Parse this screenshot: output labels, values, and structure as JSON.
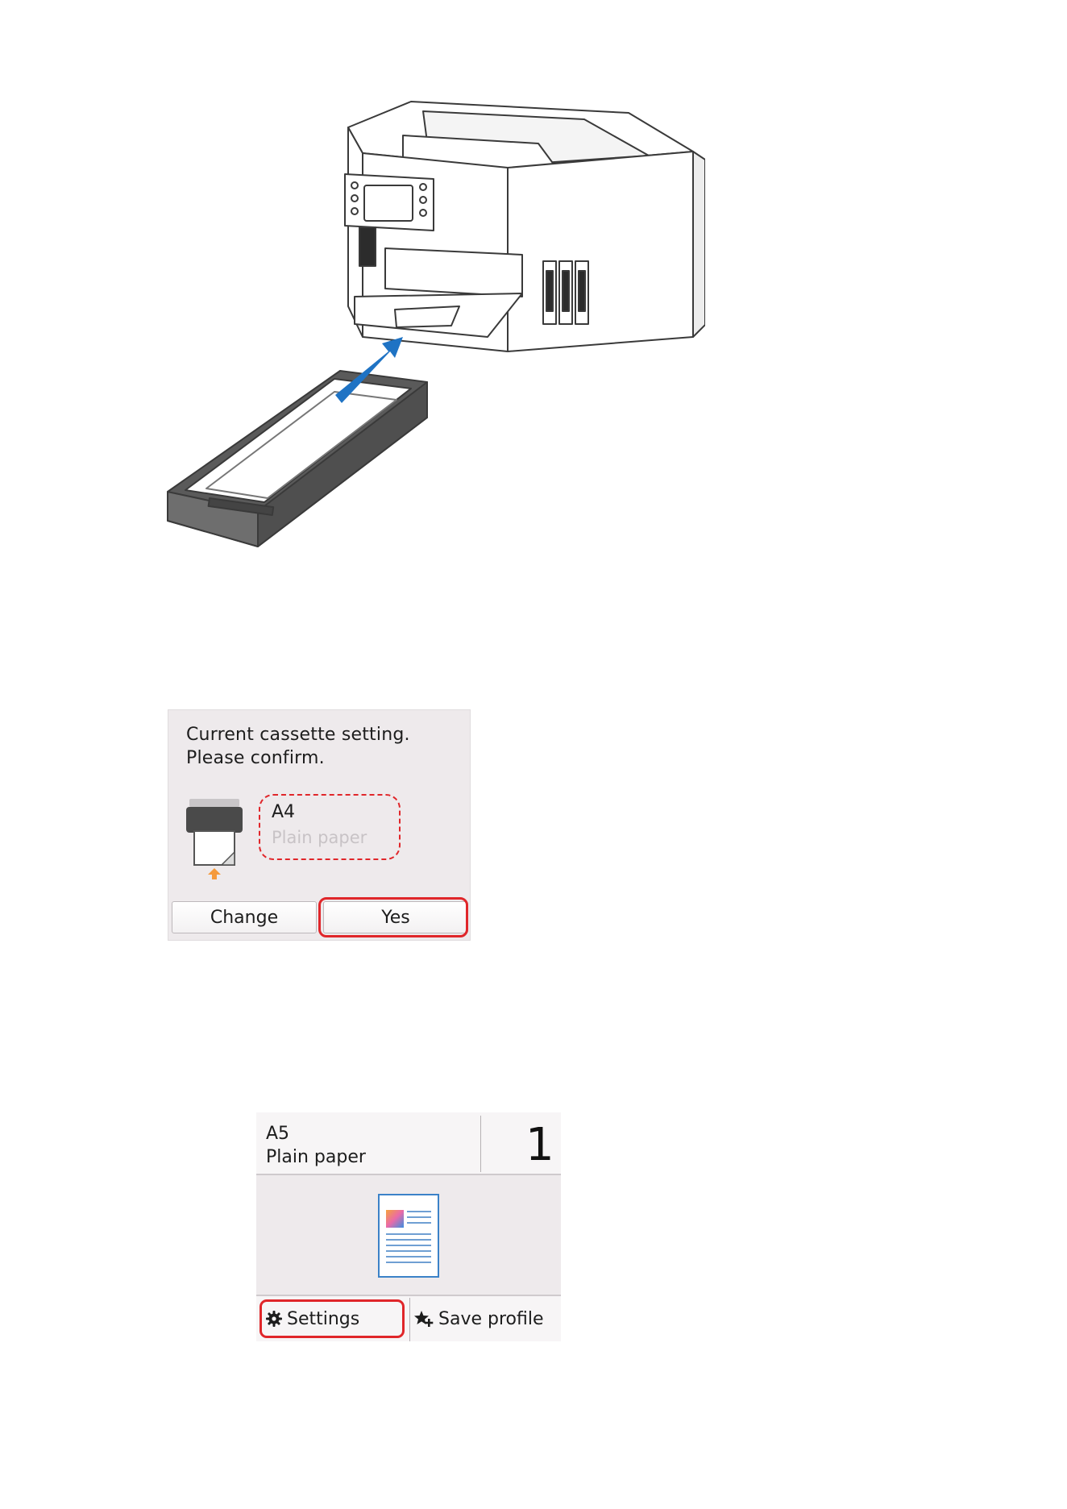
{
  "illustration": {
    "subject": "printer-with-cassette-icon",
    "accent_color": "#1f73c4"
  },
  "cassette_confirm_screen": {
    "message_line1": "Current cassette setting.",
    "message_line2": "Please confirm.",
    "paper_size": "A4",
    "paper_type": "Plain paper",
    "change_label": "Change",
    "yes_label": "Yes",
    "highlight_color": "#e0262a"
  },
  "copy_standby_screen": {
    "paper_size": "A5",
    "paper_type": "Plain paper",
    "copy_count": "1",
    "settings_label": "Settings",
    "save_profile_label": "Save profile",
    "settings_icon": "gear-icon",
    "save_profile_icon": "star-plus-icon"
  }
}
